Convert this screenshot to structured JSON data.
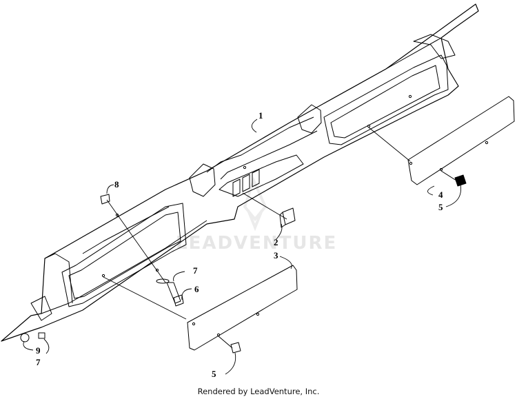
{
  "watermark": {
    "text": "LEADVENTURE"
  },
  "callouts": {
    "c1": "1",
    "c2": "2",
    "c3": "3",
    "c4": "4",
    "c5a": "5",
    "c5b": "5",
    "c6": "6",
    "c7a": "7",
    "c7b": "7",
    "c8": "8",
    "c9": "9"
  },
  "footer": {
    "credit": "Rendered by LeadVenture, Inc."
  }
}
